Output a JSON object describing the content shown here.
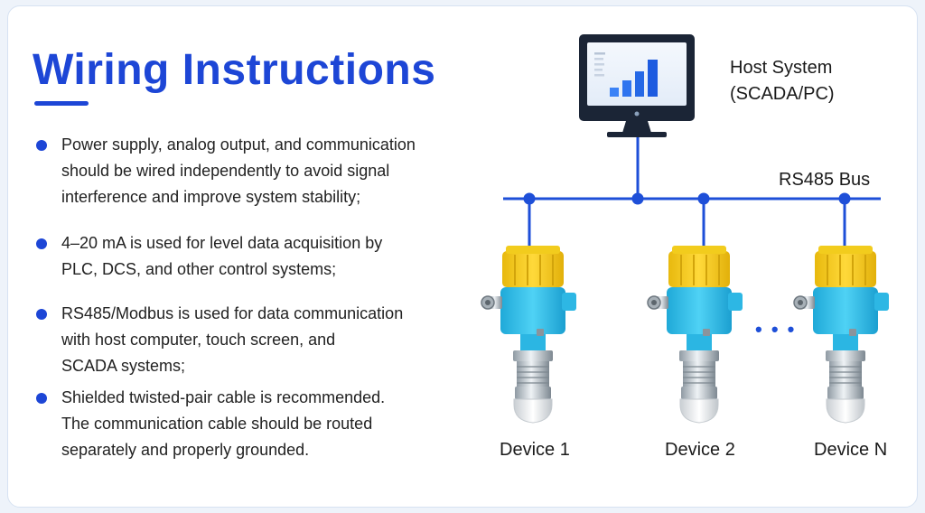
{
  "title": "Wiring Instructions",
  "bullets": [
    {
      "line1": "Power supply, analog output, and communication",
      "line2": "should be wired independently to avoid signal",
      "line3": "interference and improve system stability;"
    },
    {
      "line1": "4–20 mA is used for level data acquisition by",
      "line2": "PLC, DCS, and other control systems;"
    },
    {
      "line1": "RS485/Modbus is used for data communication",
      "line2": "with host computer, touch screen, and",
      "line3": "SCADA systems;"
    },
    {
      "line1": "Shielded twisted-pair cable is recommended.",
      "line2": "The communication cable should be routed",
      "line3": "separately and properly grounded."
    }
  ],
  "diagram": {
    "host_line1": "Host System",
    "host_line2": "(SCADA/PC)",
    "bus_label": "RS485 Bus",
    "devices": [
      "Device 1",
      "Device 2",
      "Device N"
    ],
    "ellipsis": "• • •"
  },
  "colors": {
    "accent": "#1d46d6",
    "bus": "#1e4fd8",
    "device_body": "#36c4ee",
    "device_cap": "#f2cc1d"
  }
}
